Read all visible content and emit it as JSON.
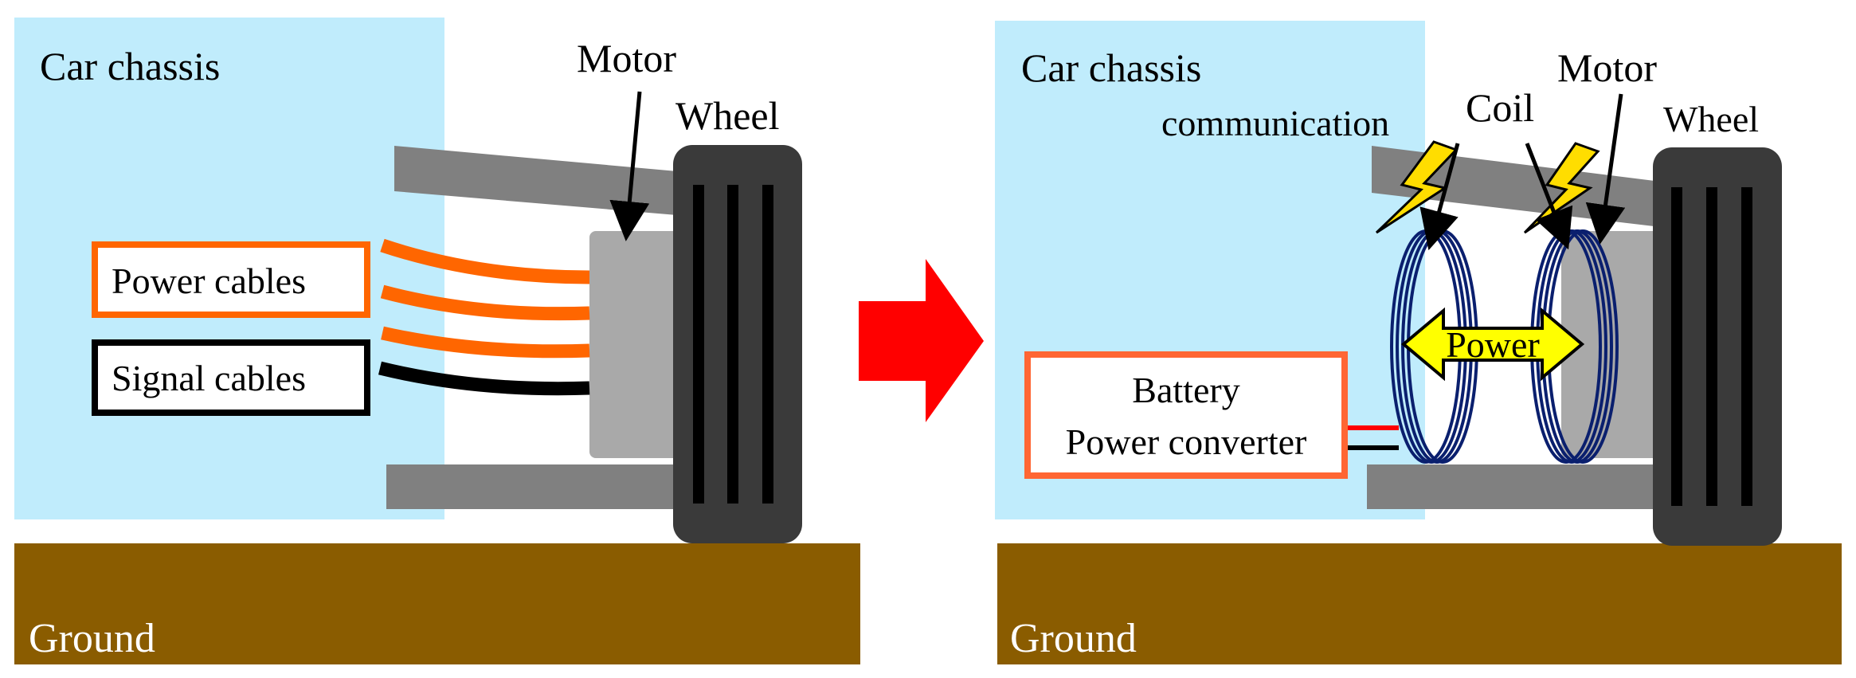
{
  "left": {
    "chassis_label": "Car chassis",
    "motor_label": "Motor",
    "wheel_label": "Wheel",
    "power_cables_label": "Power cables",
    "signal_cables_label": "Signal cables",
    "ground_label": "Ground"
  },
  "right": {
    "chassis_label": "Car chassis",
    "communication_label": "communication",
    "coil_label": "Coil",
    "motor_label": "Motor",
    "wheel_label": "Wheel",
    "power_label": "Power",
    "battery_label_line1": "Battery",
    "battery_label_line2": "Power converter",
    "ground_label": "Ground"
  },
  "colors": {
    "chassis": "#c0ecfc",
    "ground": "#8a5c00",
    "arm": "#808080",
    "motor": "#a9a9a9",
    "tire": "#3a3a3a",
    "tire_tread": "#000000",
    "power_cable": "#ff6600",
    "signal_cable": "#000000",
    "transition_arrow": "#ff0000",
    "coil": "#0a1f6e",
    "power_arrow_fill": "#ffff00",
    "lightning": "#ffdd00",
    "converter_border": "#ff6633"
  },
  "icons": {
    "transition": "right-arrow-icon",
    "wireless_communication": "lightning-bolt-icon"
  }
}
